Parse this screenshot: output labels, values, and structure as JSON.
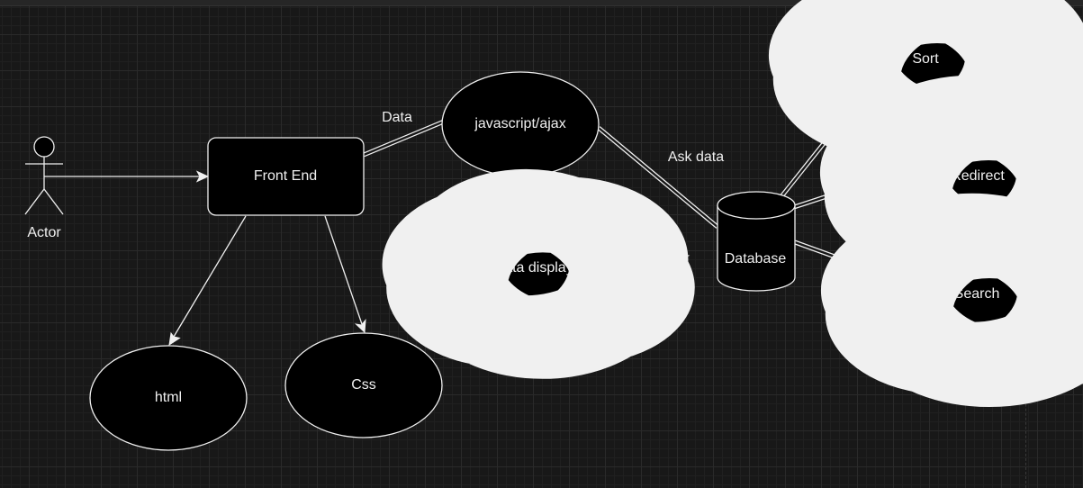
{
  "diagram": {
    "actor": {
      "label": "Actor"
    },
    "nodes": {
      "front_end": "Front End",
      "javascript": "javascript/ajax",
      "data_display": "data display",
      "database": "Database",
      "sort": "Sort",
      "redirect": "Redirect",
      "search": "Search",
      "html": "html",
      "css": "Css"
    },
    "edge_labels": {
      "data": "Data",
      "ask_data": "Ask data"
    }
  },
  "colors": {
    "background": "#181818",
    "shape_fill": "#000000",
    "stroke": "#f0f0f0",
    "text": "#f0f0f0"
  }
}
